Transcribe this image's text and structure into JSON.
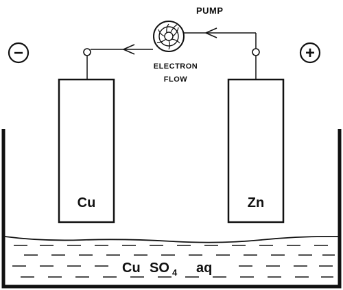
{
  "labels": {
    "pump": "PUMP",
    "electron_flow_line1": "ELECTRON",
    "electron_flow_line2": "FLOW",
    "left_electrode": "Cu",
    "right_electrode": "Zn",
    "electrolyte_prefix": "Cu",
    "electrolyte_so": "SO",
    "electrolyte_sub": "4",
    "electrolyte_suffix": "aq",
    "negative_sign": "−",
    "positive_sign": "+"
  }
}
